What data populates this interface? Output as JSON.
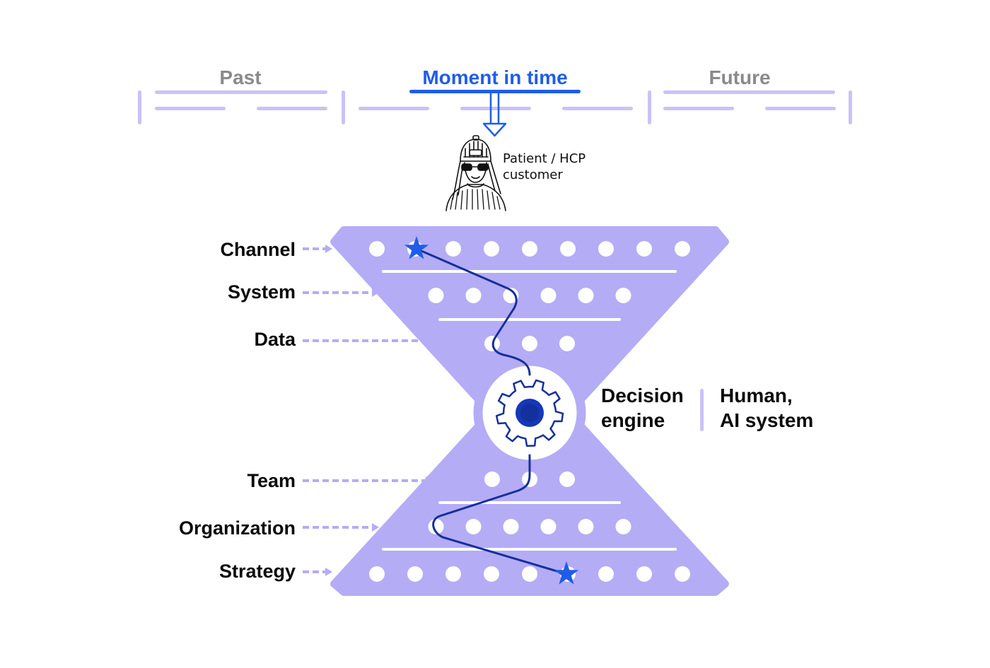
{
  "colors": {
    "lavender": "#b4acf5",
    "lavender_line": "#c9c2f7",
    "accent_blue": "#1f5de8",
    "muted_gray": "#8a8a8a",
    "path_navy": "#14309c",
    "engine_core": "#1438b8",
    "text": "#0a0a0a"
  },
  "timeline": {
    "past": "Past",
    "moment": "Moment in time",
    "future": "Future"
  },
  "persona": {
    "icon": "person-icon",
    "line1": "Patient / HCP",
    "line2": "customer"
  },
  "layers_top": [
    {
      "label": "Channel",
      "dots": 9
    },
    {
      "label": "System",
      "dots": 6
    },
    {
      "label": "Data",
      "dots": 3
    }
  ],
  "layers_bottom": [
    {
      "label": "Team",
      "dots": 3
    },
    {
      "label": "Organization",
      "dots": 6
    },
    {
      "label": "Strategy",
      "dots": 9
    }
  ],
  "engine": {
    "icon": "gear-icon",
    "line1": "Decision",
    "line2": "engine",
    "actors_line1": "Human,",
    "actors_line2": "AI system"
  },
  "path": {
    "start_icon": "star-icon",
    "end_icon": "star-icon"
  }
}
